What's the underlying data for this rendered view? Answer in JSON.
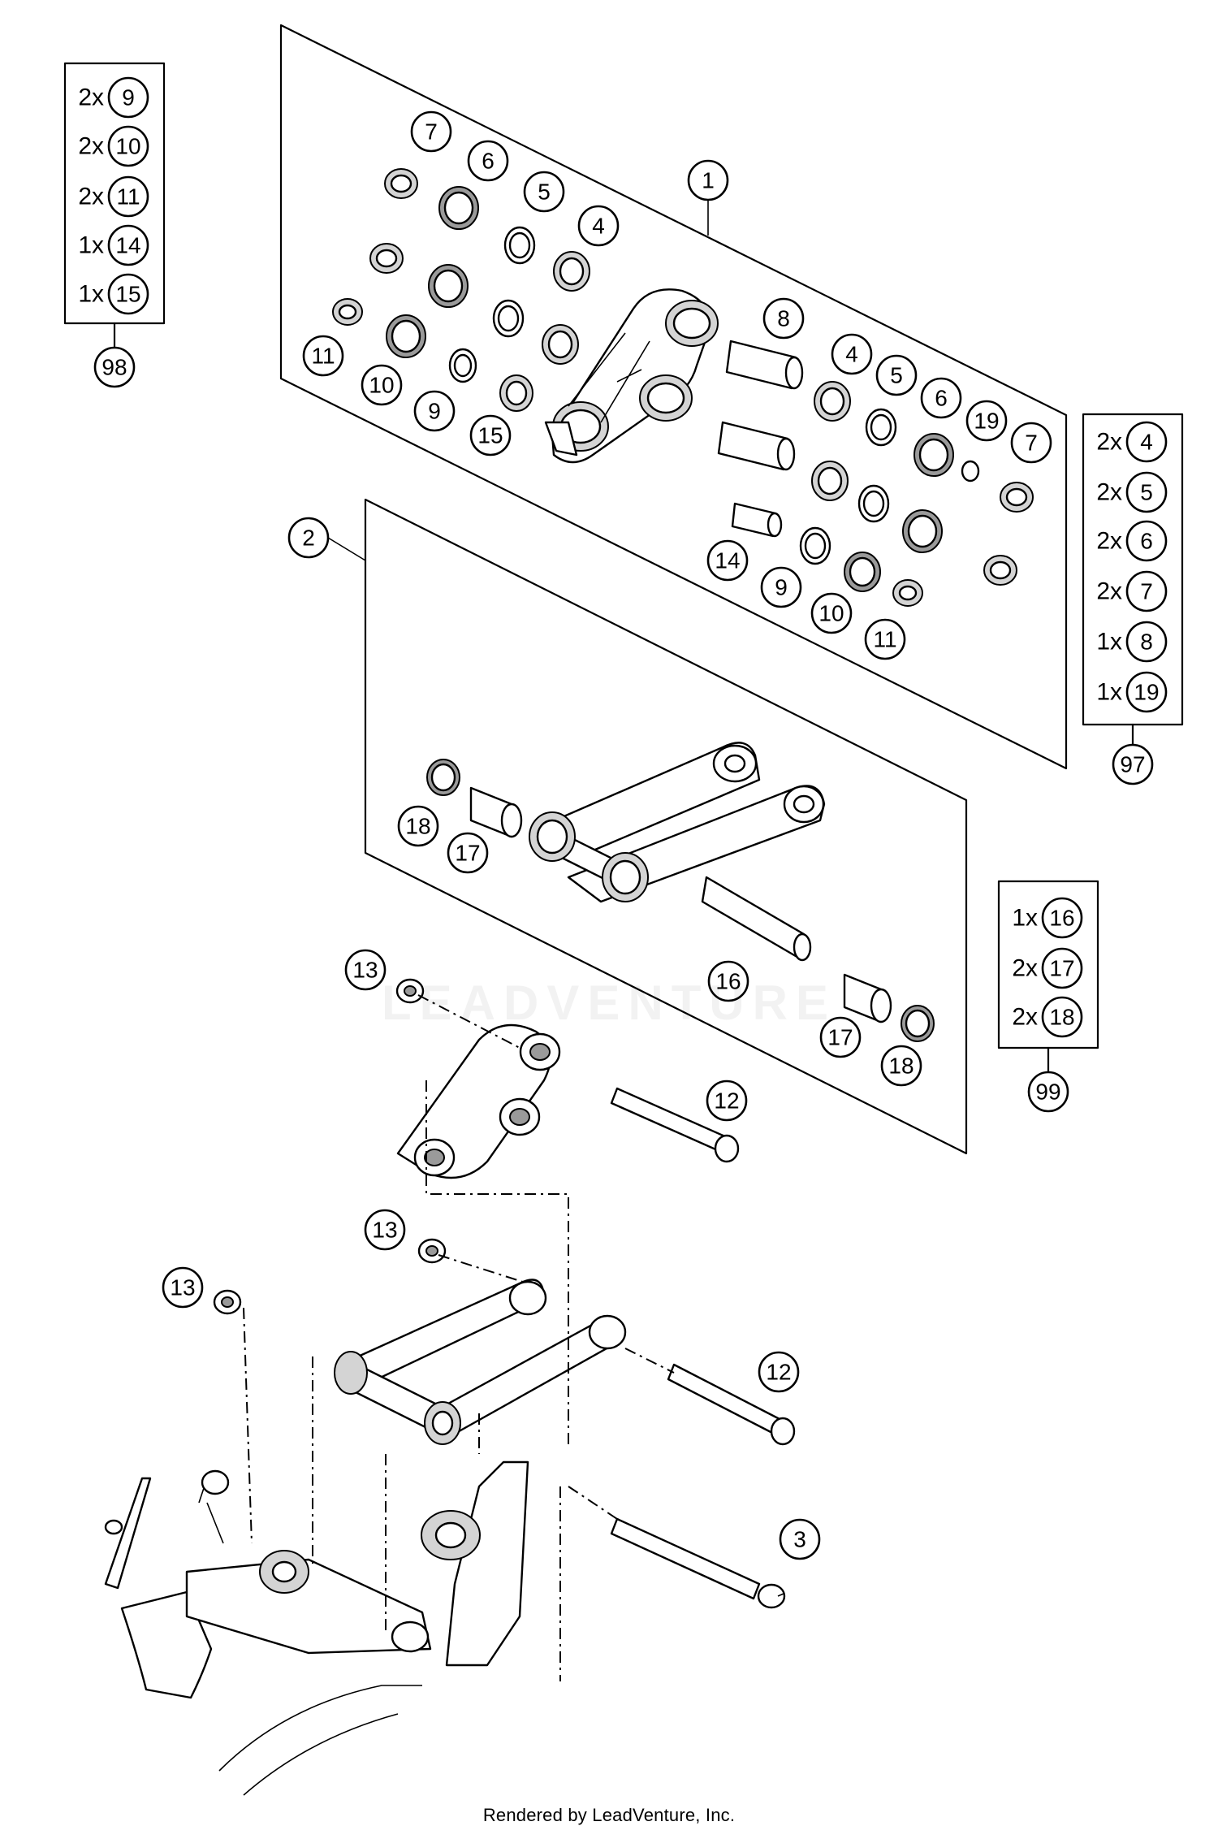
{
  "callouts": {
    "c1": "1",
    "c2": "2",
    "c3": "3",
    "c4a": "4",
    "c4b": "4",
    "c5a": "5",
    "c5b": "5",
    "c6a": "6",
    "c6b": "6",
    "c7a": "7",
    "c7b": "7",
    "c8": "8",
    "c9a": "9",
    "c9b": "9",
    "c10a": "10",
    "c10b": "10",
    "c11a": "11",
    "c11b": "11",
    "c12a": "12",
    "c12b": "12",
    "c13a": "13",
    "c13b": "13",
    "c13c": "13",
    "c14": "14",
    "c15": "15",
    "c16": "16",
    "c17a": "17",
    "c17b": "17",
    "c18a": "18",
    "c18b": "18",
    "c19": "19"
  },
  "kits": {
    "k98": {
      "id": "98",
      "rows": [
        {
          "qty": "2x",
          "part": "9"
        },
        {
          "qty": "2x",
          "part": "10"
        },
        {
          "qty": "2x",
          "part": "11"
        },
        {
          "qty": "1x",
          "part": "14"
        },
        {
          "qty": "1x",
          "part": "15"
        }
      ]
    },
    "k97": {
      "id": "97",
      "rows": [
        {
          "qty": "2x",
          "part": "4"
        },
        {
          "qty": "2x",
          "part": "5"
        },
        {
          "qty": "2x",
          "part": "6"
        },
        {
          "qty": "2x",
          "part": "7"
        },
        {
          "qty": "1x",
          "part": "8"
        },
        {
          "qty": "1x",
          "part": "19"
        }
      ]
    },
    "k99": {
      "id": "99",
      "rows": [
        {
          "qty": "1x",
          "part": "16"
        },
        {
          "qty": "2x",
          "part": "17"
        },
        {
          "qty": "2x",
          "part": "18"
        }
      ]
    }
  },
  "watermark": "LEADVENTURE",
  "footer": "Rendered by LeadVenture, Inc."
}
